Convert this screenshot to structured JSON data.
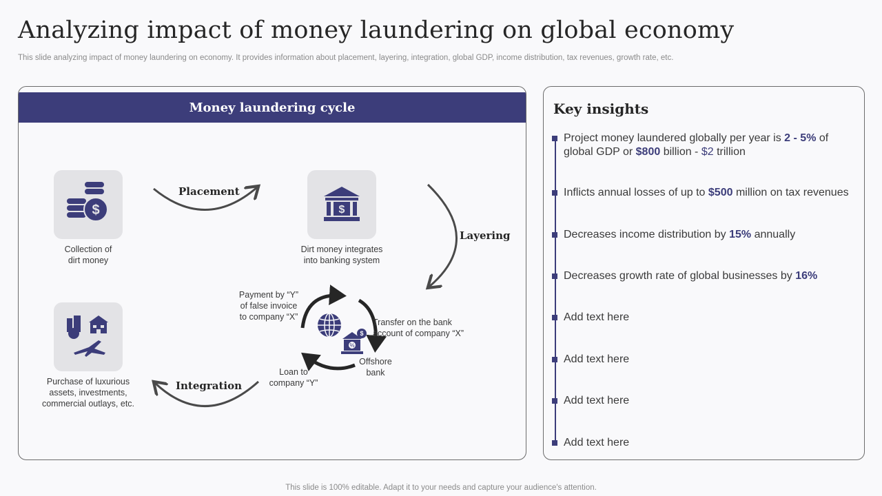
{
  "slide": {
    "title": "Analyzing impact of money laundering on global economy",
    "subtitle": "This slide analyzing impact of money laundering on economy. It provides information about placement, layering, integration, global GDP, income distribution, tax revenues, growth rate, etc.",
    "footer": "This slide is 100% editable. Adapt it to your needs and capture your audience's attention."
  },
  "colors": {
    "accent": "#3c3d7a",
    "tile": "#e3e3e6",
    "arrow": "#4a4a4a"
  },
  "cycle": {
    "header": "Money laundering cycle",
    "stages": {
      "placement": "Placement",
      "layering": "Layering",
      "integration": "Integration"
    },
    "nodes": {
      "collection": {
        "caption": "Collection of\ndirt money",
        "icon": "coins-dollar-icon"
      },
      "banking": {
        "caption": "Dirt money integrates\ninto banking system",
        "icon": "bank-dollar-icon"
      },
      "purchase": {
        "caption": "Purchase of luxurious\nassets, investments,\ncommercial outlays, etc.",
        "icon": "assets-buildings-plane-icon"
      }
    },
    "inner_loop": {
      "payment": "Payment by “Y”\nof false invoice\nto company “X”",
      "transfer": "Transfer  on the bank\naccount of company “X”",
      "offshore": "Offshore\nbank",
      "loan": "Loan to\ncompany “Y”"
    }
  },
  "insights": {
    "title": "Key insights",
    "items": [
      {
        "pre": "Project money laundered globally per year is ",
        "b1": "2 - 5%",
        "mid": " of global GDP or ",
        "b2": "$800",
        "post": " billion - ",
        "b3": "$2",
        "tail": " trillion"
      },
      {
        "pre": "Inflicts  annual losses of up to ",
        "b1": "$500",
        "post": " million on tax revenues"
      },
      {
        "pre": "Decreases income distribution by ",
        "b1": "15%",
        "post": " annually"
      },
      {
        "pre": "Decreases growth rate of global businesses by ",
        "b1": "16%",
        "post": ""
      },
      {
        "pre": "Add text here"
      },
      {
        "pre": "Add text here"
      },
      {
        "pre": "Add text here"
      },
      {
        "pre": "Add text here"
      }
    ]
  }
}
